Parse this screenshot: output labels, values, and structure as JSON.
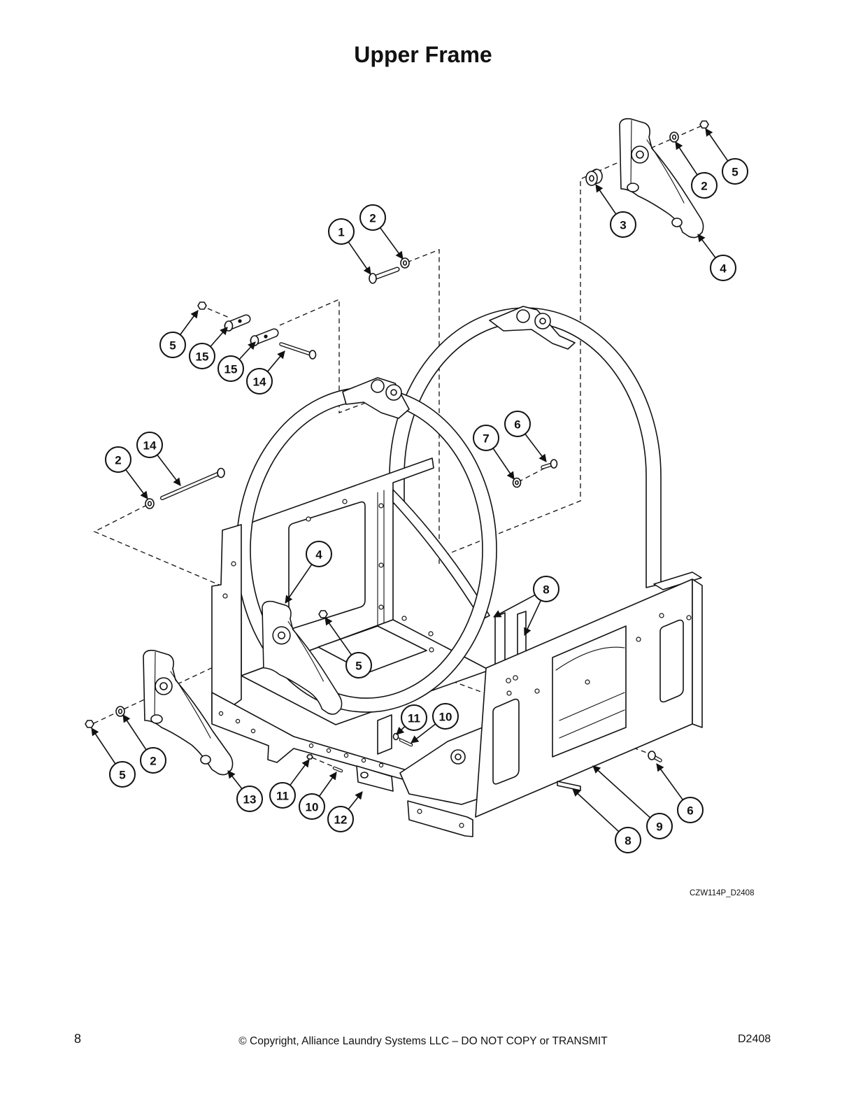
{
  "title": "Upper Frame",
  "callouts": [
    "1",
    "2",
    "2",
    "5",
    "3",
    "4",
    "5",
    "15",
    "15",
    "14",
    "14",
    "2",
    "7",
    "6",
    "4",
    "8",
    "5",
    "11",
    "10",
    "2",
    "5",
    "13",
    "11",
    "10",
    "12",
    "6",
    "9",
    "8"
  ],
  "figure_id": "CZW114P_D2408",
  "footer": {
    "page_number": "8",
    "copyright": "© Copyright, Alliance Laundry Systems LLC – DO NOT COPY or TRANSMIT",
    "doc_id": "D2408"
  }
}
